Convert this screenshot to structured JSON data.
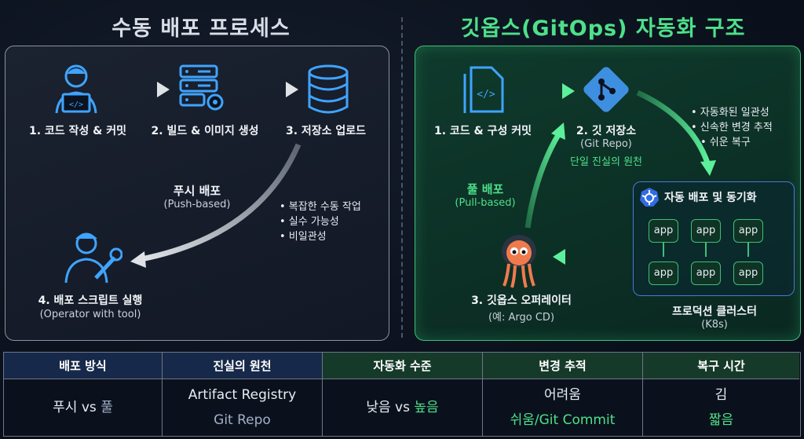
{
  "left_title": "수동 배포 프로세스",
  "right_title": "깃옵스(GitOps) 자동화 구조",
  "manual": {
    "step1": "1. 코드 작성 & 커밋",
    "step2": "2. 빌드 & 이미지 생성",
    "step3": "3. 저장소 업로드",
    "step4": "4. 배포 스크립트 실행",
    "step4_sub": "(Operator with tool)",
    "push_label": "푸시 배포",
    "push_sub": "(Push-based)",
    "bullets": [
      "• 복잡한 수동 작업",
      "• 실수 가능성",
      "• 비일관성"
    ]
  },
  "gitops": {
    "step1": "1. 코드 & 구성 커밋",
    "step2": "2. 깃 저장소",
    "step2_sub": "(Git Repo)",
    "step2_note": "단일 진실의 원천",
    "bullets": [
      "• 자동화된 일관성",
      "• 신속한 변경 추적",
      "• 쉬운 복구"
    ],
    "cluster_title": "자동 배포 및 동기화",
    "app_label": "app",
    "cluster_name": "프로덕션 클러스터",
    "cluster_sub": "(K8s)",
    "pull_label": "풀 배포",
    "pull_sub": "(Pull-based)",
    "step3": "3. 깃옵스 오퍼레이터",
    "step3_sub": "(예: Argo CD)"
  },
  "table": {
    "headers": [
      "배포 방식",
      "진실의 원천",
      "자동화 수준",
      "변경 추적",
      "복구 시간"
    ],
    "rows": [
      [
        "푸시 vs ",
        "Artifact Registry",
        "낮음 vs ",
        "어려움",
        "김"
      ],
      [
        "풀",
        "Git Repo",
        "높음",
        "쉬움/Git Commit",
        "짧음"
      ]
    ]
  },
  "colors": {
    "accent_green": "#4ee08a",
    "accent_blue": "#4a78d8",
    "panel_border": "#8b93a0"
  }
}
